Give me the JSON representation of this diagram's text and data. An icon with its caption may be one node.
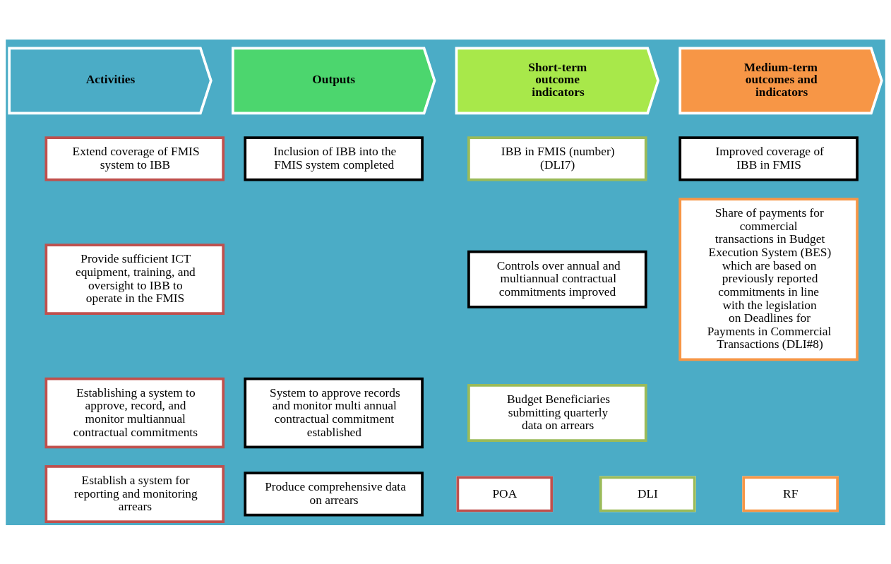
{
  "diagram": {
    "nodes": [
      {
        "text": [
          "Activities"
        ]
      },
      {
        "text": [
          "Outputs"
        ]
      },
      {
        "text": [
          "Short-term outcome indicators"
        ]
      },
      {
        "text": [
          "Medium-term outcomes and indicators"
        ]
      },
      {
        "text": [
          "Extend coverage of FMIS system to IBB"
        ]
      },
      {
        "text": [
          "Inclusion of IBB into the FMIS system completed"
        ]
      },
      {
        "text": [
          "IBB in FMIS (number) (DLI7)"
        ]
      },
      {
        "text": [
          "Improved coverage of IBB in FMIS"
        ]
      },
      {
        "text": [
          "Provide sufficient ICT equipment, training, and oversight to IBB to operate in the FMIS"
        ]
      },
      {
        "text": [
          "Controls over annual and multiannual contractual commitments improved"
        ]
      },
      {
        "text": [
          "Share of payments for commercial transactions in Budget Execution System (BES) which are based on previously reported commitments in line with the legislation on Deadlines for Payments in Commercial Transactions (DLI#8)"
        ]
      },
      {
        "text": [
          "Establishing a system to approve, record, and monitor multiannual contractual commitments"
        ]
      },
      {
        "text": [
          "System to approve records and monitor multi annual contractual commitment established"
        ]
      },
      {
        "text": [
          "Budget Beneficiaries submitting quarterly data on arrears"
        ]
      },
      {
        "text": [
          "Establish a system for reporting and monitoring arrears"
        ]
      },
      {
        "text": [
          "Produce comprehensive data on arrears"
        ]
      }
    ],
    "edges": [],
    "legend": [
      {
        "text": "POA",
        "color": "#c0504d"
      },
      {
        "text": "DLI",
        "color": "#9bbb59"
      },
      {
        "text": "RF",
        "color": "#f79646"
      }
    ]
  }
}
